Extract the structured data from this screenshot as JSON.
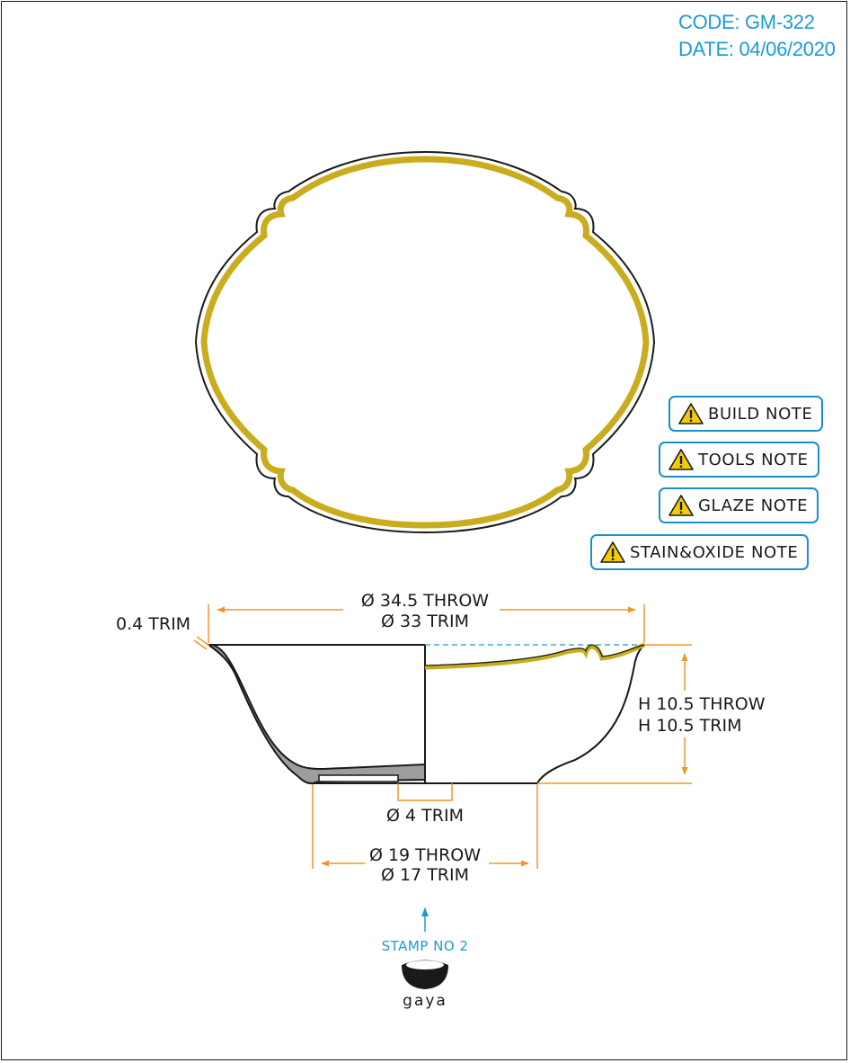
{
  "header": {
    "code": "CODE: GM-322",
    "date": "DATE: 04/06/2020"
  },
  "notes": [
    {
      "label": "BUILD NOTE",
      "icon": "warning-icon"
    },
    {
      "label": "TOOLS NOTE",
      "icon": "warning-icon"
    },
    {
      "label": "GLAZE NOTE",
      "icon": "warning-icon"
    },
    {
      "label": "STAIN&OXIDE NOTE",
      "icon": "warning-icon"
    }
  ],
  "dimensions": {
    "rim_throw": "Ø 34.5 THROW",
    "rim_trim": "Ø 33 TRIM",
    "wall_trim": "0.4 TRIM",
    "height_throw": "H 10.5 THROW",
    "height_trim": "H 10.5 TRIM",
    "foot_inner": "Ø 4 TRIM",
    "foot_throw": "Ø 19 THROW",
    "foot_trim": "Ø 17 TRIM"
  },
  "stamp": {
    "label": "STAMP NO 2",
    "brand": "gaya"
  },
  "colors": {
    "glaze": "#c9ad1e",
    "dimension": "#f0962a",
    "accent": "#1b9bd7",
    "body": "#9d9d9d",
    "warning": "#f5cc00"
  }
}
